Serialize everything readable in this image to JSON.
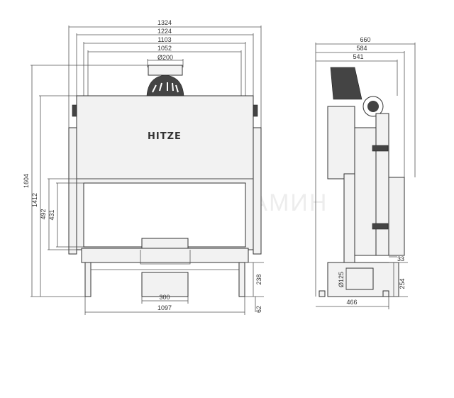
{
  "drawing": {
    "brand": "HITZE",
    "watermark": "АРТКАМИН",
    "front_view": {
      "width_dims": [
        "1324",
        "1224",
        "1103",
        "1052"
      ],
      "flue_dim": "Ø200",
      "height_dims": [
        "1604",
        "1412"
      ],
      "opening_dims": [
        "492",
        "431"
      ],
      "base_dims": [
        "238",
        "62"
      ],
      "bottom_dims": [
        "300",
        "1097"
      ]
    },
    "side_view": {
      "depth_dims": [
        "660",
        "584",
        "541"
      ],
      "air_inlet_dim": "Ø125",
      "right_dims": [
        "33",
        "254"
      ],
      "bottom_dim": "466"
    }
  },
  "colors": {
    "line": "#555555",
    "body": "#f2f2f2",
    "dark": "#444444"
  }
}
